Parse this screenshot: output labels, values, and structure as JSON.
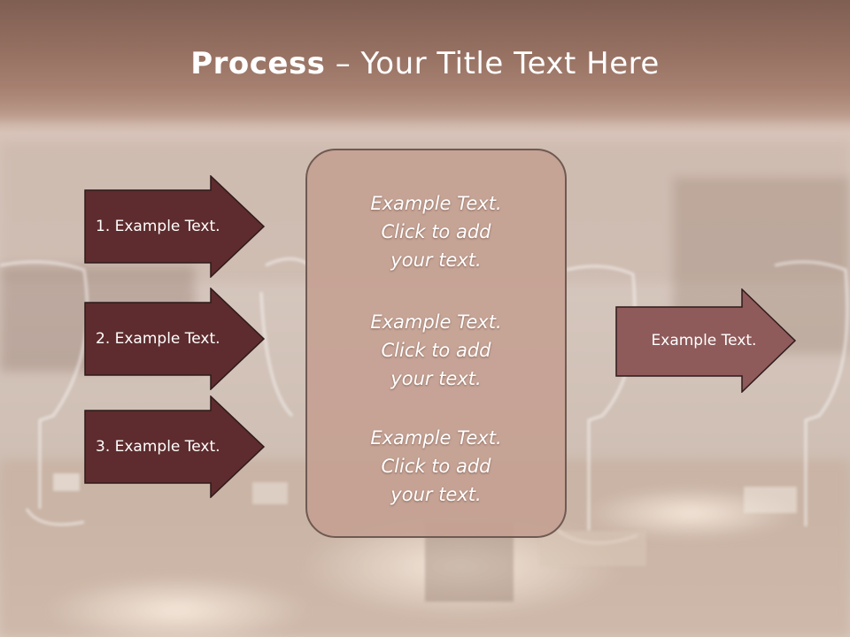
{
  "title": {
    "bold": "Process",
    "rest": " – Your Title Text Here"
  },
  "left_arrows": [
    {
      "label": "1. Example Text."
    },
    {
      "label": "2. Example Text."
    },
    {
      "label": "3. Example Text."
    }
  ],
  "center_blocks": [
    {
      "line1": "Example Text.",
      "line2": "Click  to add",
      "line3": "your text."
    },
    {
      "line1": "Example Text.",
      "line2": "Click  to add",
      "line3": "your text."
    },
    {
      "line1": "Example Text.",
      "line2": "Click  to add",
      "line3": "your text."
    }
  ],
  "right_arrow": {
    "label": "Example Text."
  },
  "colors": {
    "dark_arrow": "#5e2c2e",
    "light_arrow": "#8f5a5a",
    "panel": "#c4a192",
    "stroke": "#2f1a1a"
  }
}
